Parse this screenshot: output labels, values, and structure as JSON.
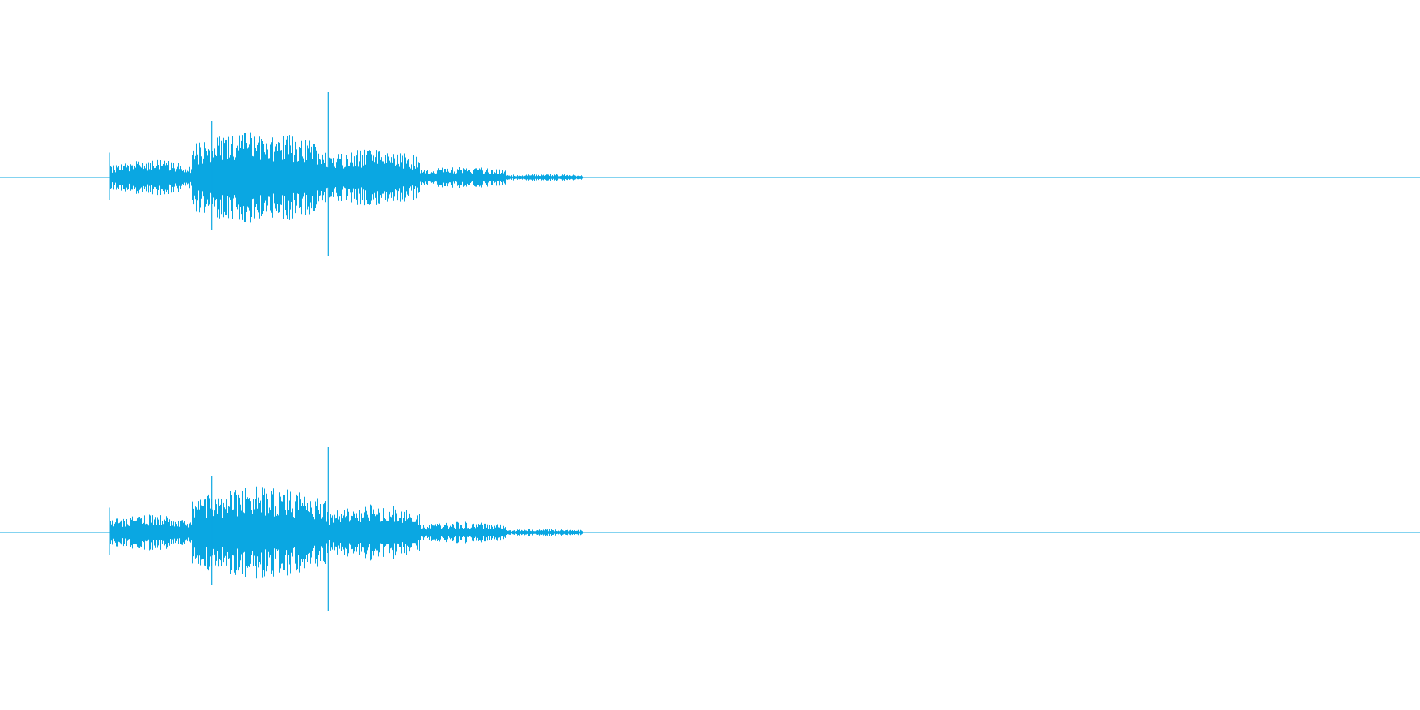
{
  "waveform": {
    "color": "#0aa7e2",
    "background": "#ffffff",
    "channels": [
      {
        "name": "",
        "segments": [
          {
            "start": 0.077,
            "end": 0.135,
            "amplitude": 0.05
          },
          {
            "start": 0.135,
            "end": 0.229,
            "amplitude": 0.13
          },
          {
            "start": 0.229,
            "end": 0.296,
            "amplitude": 0.08
          },
          {
            "start": 0.296,
            "end": 0.356,
            "amplitude": 0.03
          },
          {
            "start": 0.356,
            "end": 0.41,
            "amplitude": 0.01
          }
        ],
        "transients": [
          {
            "time": 0.077,
            "amplitude": 0.07
          },
          {
            "time": 0.149,
            "amplitude": 0.16
          },
          {
            "time": 0.156,
            "amplitude": 0.09
          },
          {
            "time": 0.231,
            "amplitude": 0.24
          },
          {
            "time": 0.281,
            "amplitude": 0.03
          },
          {
            "time": 0.327,
            "amplitude": 0.01
          }
        ]
      },
      {
        "name": "",
        "segments": [
          {
            "start": 0.077,
            "end": 0.135,
            "amplitude": 0.05
          },
          {
            "start": 0.135,
            "end": 0.229,
            "amplitude": 0.13
          },
          {
            "start": 0.229,
            "end": 0.296,
            "amplitude": 0.08
          },
          {
            "start": 0.296,
            "end": 0.356,
            "amplitude": 0.03
          },
          {
            "start": 0.356,
            "end": 0.41,
            "amplitude": 0.01
          }
        ],
        "transients": [
          {
            "time": 0.077,
            "amplitude": 0.07
          },
          {
            "time": 0.149,
            "amplitude": 0.16
          },
          {
            "time": 0.156,
            "amplitude": 0.09
          },
          {
            "time": 0.231,
            "amplitude": 0.24
          },
          {
            "time": 0.281,
            "amplitude": 0.03
          },
          {
            "time": 0.327,
            "amplitude": 0.01
          }
        ]
      }
    ]
  }
}
